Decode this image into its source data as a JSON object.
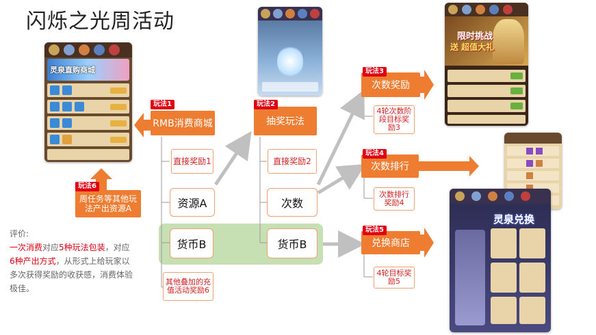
{
  "title": "闪烁之光周活动",
  "colors": {
    "orange": "#ee7d31",
    "tag_red": "#e00012",
    "green_band": "#c6e0b4",
    "gray_arrow": "#c0c0c0"
  },
  "modes": [
    {
      "tag": "玩法1",
      "label": "RMB消费商城"
    },
    {
      "tag": "玩法2",
      "label": "抽奖玩法"
    },
    {
      "tag": "玩法3",
      "label": "次数奖励"
    },
    {
      "tag": "玩法4",
      "label": "次数排行"
    },
    {
      "tag": "玩法5",
      "label": "兑换商店"
    },
    {
      "tag": "玩法6",
      "label": "周任务等其他玩法产出资源A"
    }
  ],
  "rewards": {
    "r1": "直接奖励1",
    "r2": "直接奖励2",
    "r3": "4轮次数阶段目标奖励3",
    "r4": "次数排行奖励4",
    "r5": "4轮目标奖励5",
    "r6": "其他叠加的充值活动奖励6"
  },
  "resources": {
    "res_a": "资源A",
    "count": "次数",
    "coin_b_left": "货币B",
    "coin_b_right": "货币B"
  },
  "screens": {
    "shop_banner": "灵泉直购商城",
    "limited_line1": "限时挑战",
    "limited_line2": "送 超值大礼",
    "exchange_title": "灵泉兑换"
  },
  "evaluation": {
    "label": "评价:",
    "p1_red": "一次消费",
    "p1_a": "对应",
    "p1_red2": "5种玩法包装",
    "p1_b": "，对应",
    "p1_red3": "6种产出方式",
    "p1_c": "，从形式上给玩家以多次获得奖励的收获感，消费体验极佳。"
  }
}
